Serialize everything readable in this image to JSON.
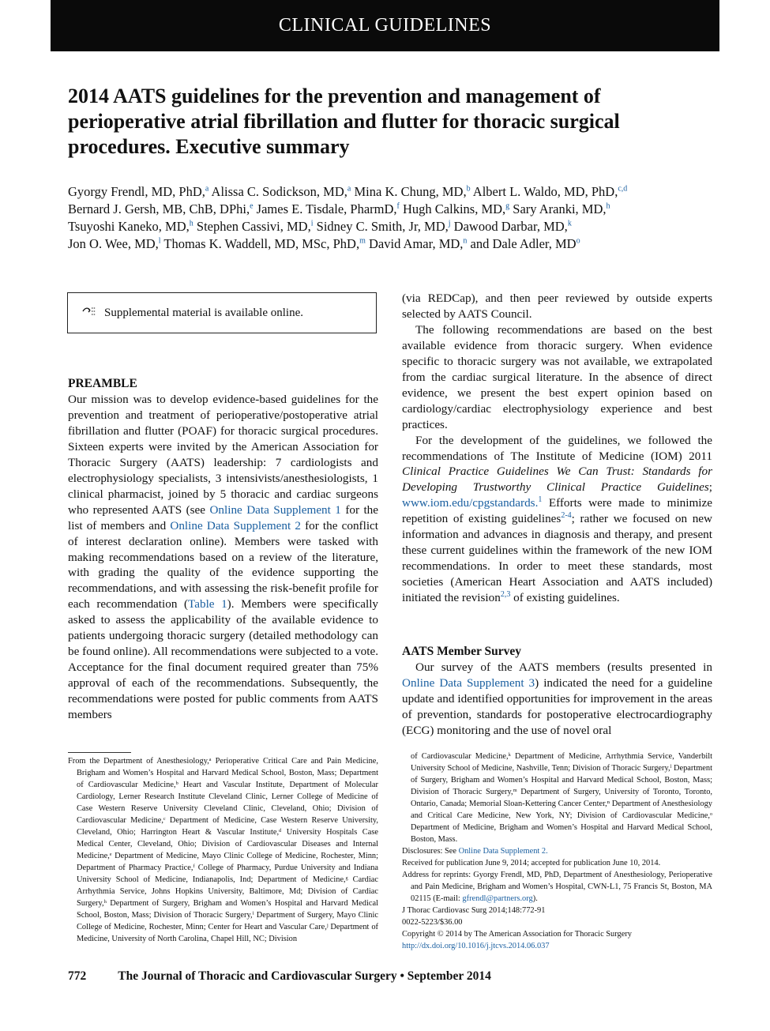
{
  "header": {
    "banner": "CLINICAL GUIDELINES"
  },
  "article": {
    "title": "2014 AATS guidelines for the prevention and management of perioperative atrial fibrillation and flutter for thoracic surgical procedures. Executive summary",
    "authors_line1": "Gyorgy Frendl, MD, PhD,",
    "authors": [
      {
        "name": "Gyorgy Frendl, MD, PhD,",
        "sup": "a"
      },
      {
        "name": "Alissa C. Sodickson, MD,",
        "sup": "a"
      },
      {
        "name": "Mina K. Chung, MD,",
        "sup": "b"
      },
      {
        "name": "Albert L. Waldo, MD, PhD,",
        "sup": "c,d"
      },
      {
        "name": "Bernard J. Gersh, MB, ChB, DPhi,",
        "sup": "e"
      },
      {
        "name": "James E. Tisdale, PharmD,",
        "sup": "f"
      },
      {
        "name": "Hugh Calkins, MD,",
        "sup": "g"
      },
      {
        "name": "Sary Aranki, MD,",
        "sup": "h"
      },
      {
        "name": "Tsuyoshi Kaneko, MD,",
        "sup": "h"
      },
      {
        "name": "Stephen Cassivi, MD,",
        "sup": "i"
      },
      {
        "name": "Sidney C. Smith, Jr, MD,",
        "sup": "j"
      },
      {
        "name": "Dawood Darbar, MD,",
        "sup": "k"
      },
      {
        "name": "Jon O. Wee, MD,",
        "sup": "l"
      },
      {
        "name": "Thomas K. Waddell, MD, MSc, PhD,",
        "sup": "m"
      },
      {
        "name": "David Amar, MD,",
        "sup": "n"
      },
      {
        "name": "and Dale Adler, MD",
        "sup": "o"
      }
    ]
  },
  "supplement": {
    "text": "Supplemental material is available online."
  },
  "preamble": {
    "heading": "PREAMBLE",
    "p1": "Our mission was to develop evidence-based guidelines for the prevention and treatment of perioperative/postoperative atrial fibrillation and flutter (POAF) for thoracic surgical procedures. Sixteen experts were invited by the American Association for Thoracic Surgery (AATS) leadership: 7 cardiologists and electrophysiology specialists, 3 intensivists/anesthesiologists, 1 clinical pharmacist, joined by 5 thoracic and cardiac surgeons who represented AATS (see",
    "link1": "Online Data Supplement 1",
    "p1b": "for the list of members and",
    "link2": "Online Data Supplement 2",
    "p1c": "for the conflict of interest declaration online). Members were tasked with making recommendations based on a review of the literature, with grading the quality of the evidence supporting the recommendations, and with assessing the risk-benefit profile for each recommendation (",
    "link3": "Table 1",
    "p1d": "). Members were specifically asked to assess the applicability of the available evidence to patients undergoing thoracic surgery (detailed methodology can be found online). All recommendations were subjected to a vote. Acceptance for the final document required greater than 75% approval of each of the recommendations. Subsequently, the recommendations were posted for public comments from AATS members",
    "p1e": "(via REDCap), and then peer reviewed by outside experts selected by AATS Council.",
    "p2": "The following recommendations are based on the best available evidence from thoracic surgery. When evidence specific to thoracic surgery was not available, we extrapolated from the cardiac surgical literature. In the absence of direct evidence, we present the best expert opinion based on cardiology/cardiac electrophysiology experience and best practices.",
    "p3a": "For the development of the guidelines, we followed the recommendations of The Institute of Medicine (IOM) 2011",
    "p3italic": "Clinical Practice Guidelines We Can Trust: Standards for Developing Trustworthy Clinical Practice Guidelines",
    "p3link": "www.iom.edu/cpgstandards.",
    "p3sup1": "1",
    "p3b": "Efforts were made to minimize repetition of existing guidelines",
    "p3sup2": "2-4",
    "p3c": "; rather we focused on new information and advances in diagnosis and therapy, and present these current guidelines within the framework of the new IOM recommendations. In order to meet these standards, most societies (American Heart Association and AATS included) initiated the revision",
    "p3sup3": "2,3",
    "p3d": "of existing guidelines."
  },
  "member_survey": {
    "heading": "AATS Member Survey",
    "p1a": "Our survey of the AATS members (results presented in",
    "link": "Online Data Supplement 3",
    "p1b": ") indicated the need for a guideline update and identified opportunities for improvement in the areas of prevention, standards for postoperative electrocardiography (ECG) monitoring and the use of novel oral"
  },
  "footnotes": {
    "affil1": "From the Department of Anesthesiology,ᵃ Perioperative Critical Care and Pain Medicine, Brigham and Women’s Hospital and Harvard Medical School, Boston, Mass; Department of Cardiovascular Medicine,ᵇ Heart and Vascular Institute, Department of Molecular Cardiology, Lerner Research Institute Cleveland Clinic, Lerner College of Medicine of Case Western Reserve University Cleveland Clinic, Cleveland, Ohio; Division of Cardiovascular Medicine,ᶜ Department of Medicine, Case Western Reserve University, Cleveland, Ohio; Harrington Heart & Vascular Institute,ᵈ University Hospitals Case Medical Center, Cleveland, Ohio; Division of Cardiovascular Diseases and Internal Medicine,ᵉ Department of Medicine, Mayo Clinic College of Medicine, Rochester, Minn; Department of Pharmacy Practice,ᶠ College of Pharmacy, Purdue University and Indiana University School of Medicine, Indianapolis, Ind; Department of Medicine,ᵍ Cardiac Arrhythmia Service, Johns Hopkins University, Baltimore, Md; Division of Cardiac Surgery,ʰ Department of Surgery, Brigham and Women’s Hospital and Harvard Medical School, Boston, Mass; Division of Thoracic Surgery,ⁱ Department of Surgery, Mayo Clinic College of Medicine, Rochester, Minn; Center for Heart and Vascular Care,ʲ Department of Medicine, University of North Carolina, Chapel Hill, NC; Division",
    "affil2": "of Cardiovascular Medicine,ᵏ Department of Medicine, Arrhythmia Service, Vanderbilt University School of Medicine, Nashville, Tenn; Division of Thoracic Surgery,ˡ Department of Surgery, Brigham and Women’s Hospital and Harvard Medical School, Boston, Mass; Division of Thoracic Surgery,ᵐ Department of Surgery, University of Toronto, Toronto, Ontario, Canada; Memorial Sloan-Kettering Cancer Center,ⁿ Department of Anesthesiology and Critical Care Medicine, New York, NY; Division of Cardiovascular Medicine,ᵒ Department of Medicine, Brigham and Women’s Hospital and Harvard Medical School, Boston, Mass.",
    "disclosures_label": "Disclosures: See",
    "disclosures_link": "Online Data Supplement 2.",
    "received": "Received for publication June 9, 2014; accepted for publication June 10, 2014.",
    "reprints": "Address for reprints: Gyorgy Frendl, MD, PhD, Department of Anesthesiology, Perioperative and Pain Medicine, Brigham and Women’s Hospital, CWN-L1, 75 Francis St, Boston, MA 02115 (E-mail:",
    "email": "gfrendl@partners.org",
    "reprints_end": ").",
    "citation": "J Thorac Cardiovasc Surg 2014;148:772-91",
    "issn": "0022-5223/$36.00",
    "copyright": "Copyright © 2014 by The American Association for Thoracic Surgery",
    "doi": "http://dx.doi.org/10.1016/j.jtcvs.2014.06.037"
  },
  "footer": {
    "page_number": "772",
    "journal": "The Journal of Thoracic and Cardiovascular Surgery • September 2014"
  }
}
